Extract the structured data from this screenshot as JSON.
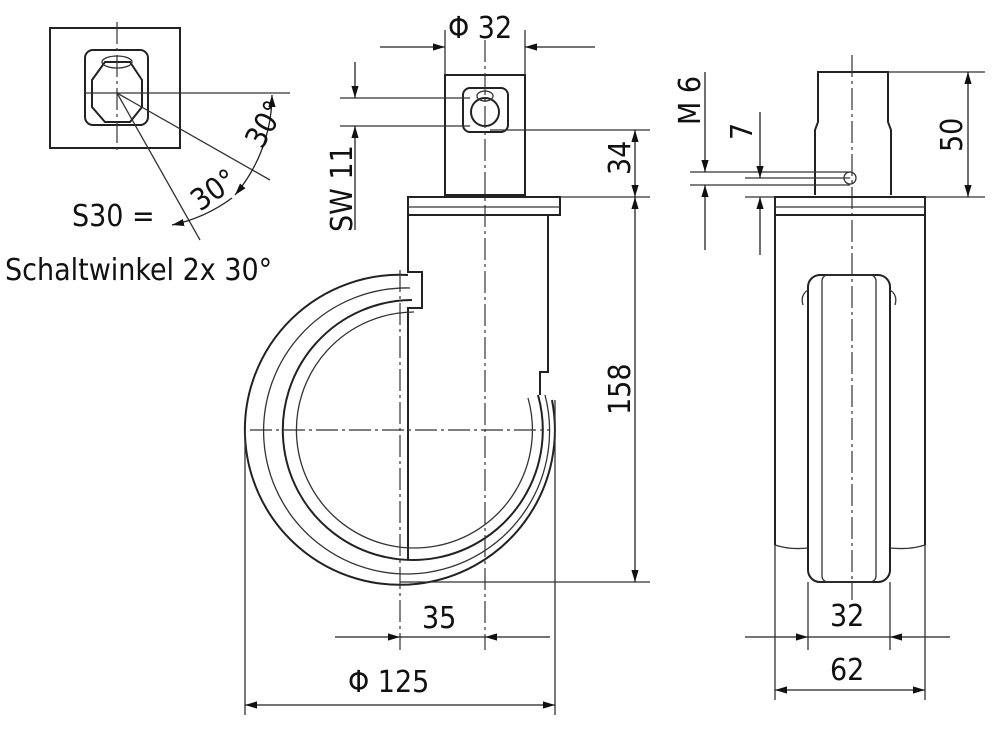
{
  "inset": {
    "code_label": "S30 =",
    "description": "Schaltwinkel 2x 30°",
    "angle_1": "30°",
    "angle_2": "30°"
  },
  "front_view": {
    "stem_diameter": "Φ 32",
    "wrench_size": "SW 11",
    "stem_height": "34",
    "overall_height": "158",
    "offset": "35",
    "wheel_diameter": "Φ 125"
  },
  "side_view": {
    "thread": "M 6",
    "hole_offset": "7",
    "stem_length": "50",
    "wheel_width": "32",
    "housing_width": "62"
  },
  "colors": {
    "line": "#222222",
    "background": "#ffffff"
  }
}
